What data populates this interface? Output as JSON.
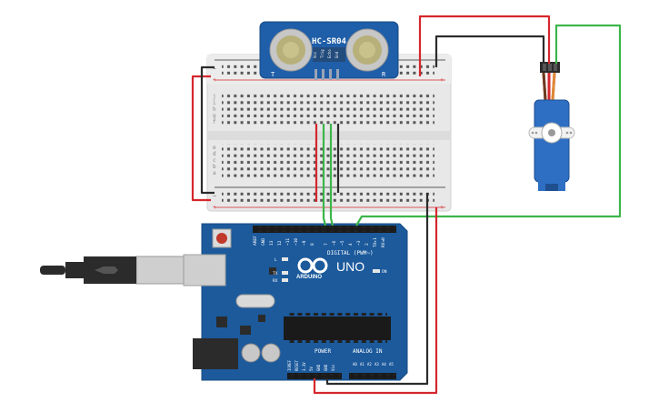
{
  "sensor": {
    "title": "HC-SR04",
    "pins": [
      "Vcc",
      "Trig",
      "Echo",
      "Gnd"
    ],
    "left_mark": "T",
    "right_mark": "R"
  },
  "arduino": {
    "brand": "ARDUINO",
    "model": "UNO",
    "digital_header": "DIGITAL (PWM~)",
    "power_label": "POWER",
    "analog_label": "ANALOG IN",
    "on_label": "ON",
    "led_l": "L",
    "led_tx": "TX",
    "led_rx": "RX",
    "digital_pins": [
      "AREF",
      "GND",
      "13",
      "12",
      "~11",
      "~10",
      "~9",
      "8",
      "7",
      "~6",
      "~5",
      "4",
      "~3",
      "2",
      "TX▸1",
      "RX◂0"
    ],
    "power_pins": [
      "IOREF",
      "RESET",
      "3.3V",
      "5V",
      "GND",
      "GND",
      "Vin"
    ],
    "analog_pins": [
      "A0",
      "A1",
      "A2",
      "A3",
      "A4",
      "A5"
    ]
  },
  "breadboard": {
    "row_letters_top": [
      "j",
      "i",
      "h",
      "g",
      "f"
    ],
    "row_letters_bottom": [
      "e",
      "d",
      "c",
      "b",
      "a"
    ],
    "rail_plus": "+",
    "rail_minus": "−"
  },
  "colors": {
    "wire_red": "#d5272d",
    "wire_black": "#2b2b2b",
    "wire_green": "#3db54a",
    "board_blue": "#1c5a9c",
    "breadboard": "#e8e8e8",
    "servo_blue": "#2e6fc4"
  }
}
